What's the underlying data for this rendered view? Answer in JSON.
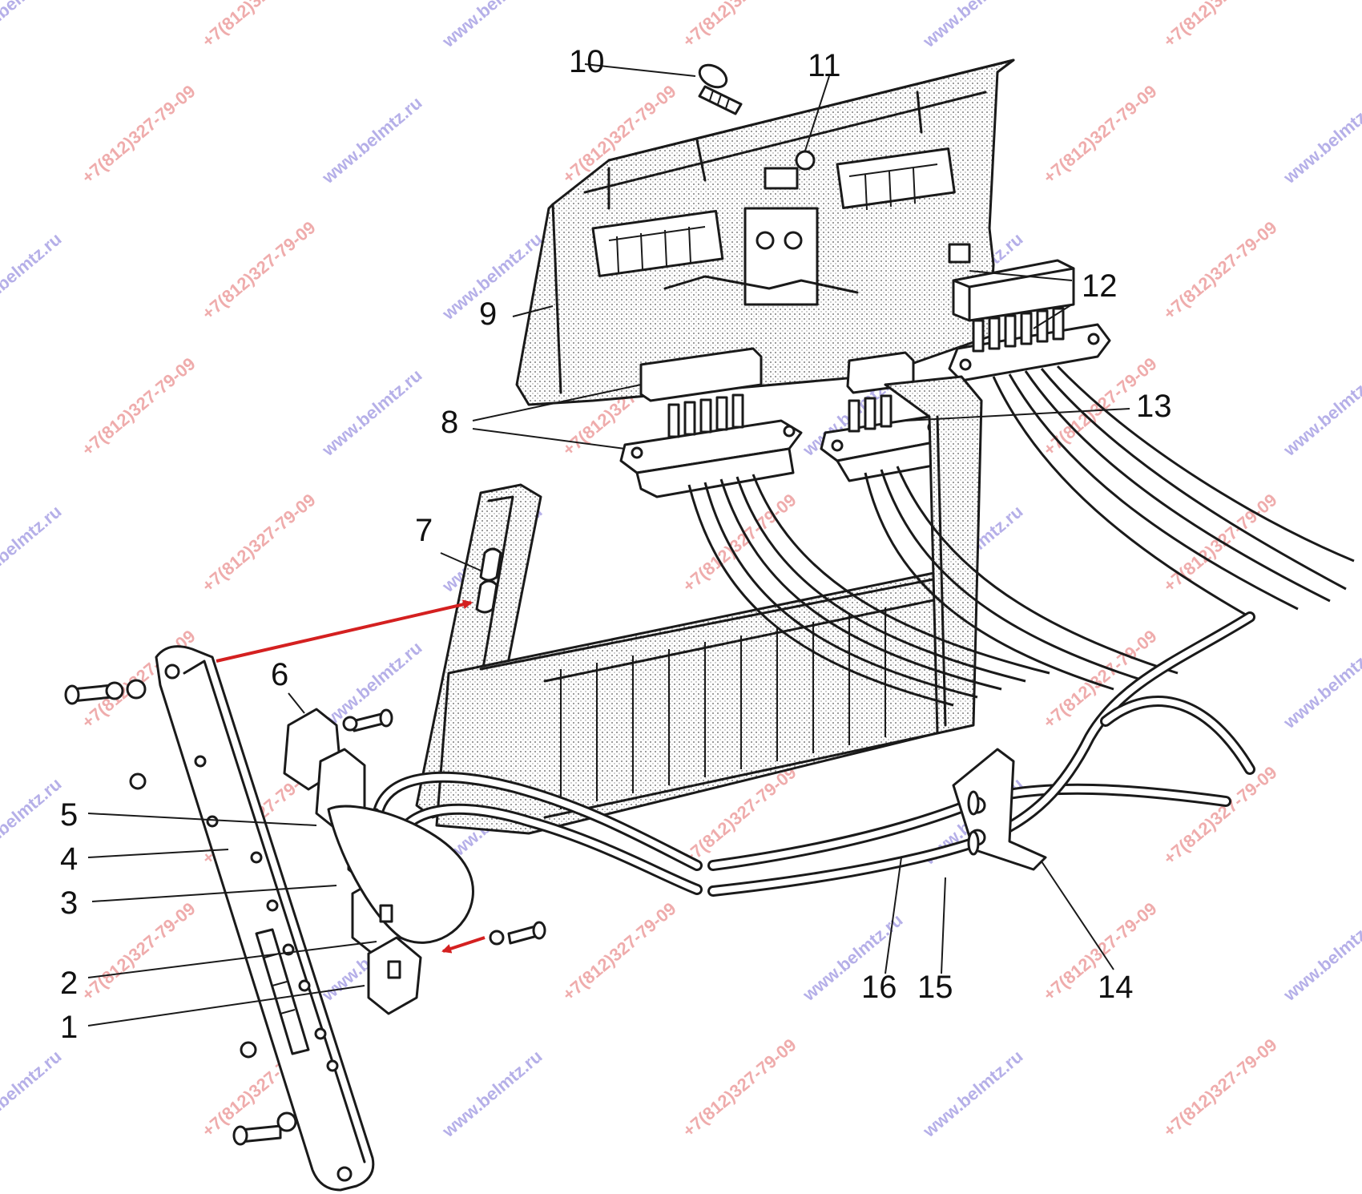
{
  "diagram": {
    "part_labels": [
      "1",
      "2",
      "3",
      "4",
      "5",
      "6",
      "7",
      "8",
      "9",
      "10",
      "11",
      "12",
      "13",
      "14",
      "15",
      "16"
    ],
    "watermarks": {
      "site": "www.belmtz.ru",
      "phone": "+7(812)327-79-09"
    },
    "colors": {
      "ink": "#1a1a1a",
      "arrow": "#d42020",
      "watermark_site": "#7a6fd6",
      "watermark_phone": "#e26a6a"
    }
  }
}
